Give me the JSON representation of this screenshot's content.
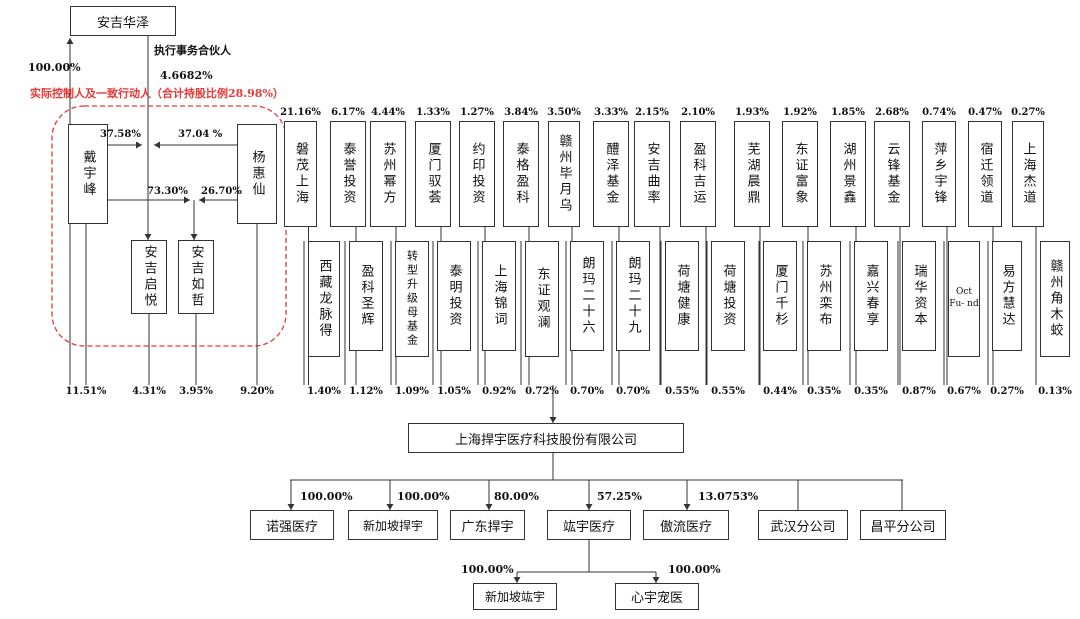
{
  "nodes": {
    "anji_huaze": "安吉华泽",
    "dai_yufeng": "戴宇峰",
    "yang_huixian": "杨惠仙",
    "anji_qiyue": "安吉启悦",
    "anji_ruzhe": "安吉如哲",
    "company": "上海捍宇医疗科技股份有限公司",
    "upper_row": [
      "磐茂上海",
      "泰誉投资",
      "苏州幂方",
      "厦门驭荟",
      "约印投资",
      "泰格盈科",
      "赣州毕月乌",
      "醴泽基金",
      "安吉曲率",
      "盈科吉运",
      "芜湖晨鼎",
      "东证富象",
      "湖州景鑫",
      "云锋基金",
      "萍乡宇锋",
      "宿迁领道",
      "上海杰道"
    ],
    "lower_row": [
      "西藏龙脉得",
      "盈科圣辉",
      "转型升级母基金",
      "泰明投资",
      "上海锦词",
      "东证观澜",
      "朗玛二十六",
      "朗玛二十九",
      "荷塘健康",
      "荷塘投资",
      "厦门千杉",
      "苏州栾布",
      "嘉兴春享",
      "瑞华资本",
      "Oct Fu- nd",
      "易方慧达",
      "赣州角木蛟"
    ],
    "subsidiaries": [
      "诺强医疗",
      "新加坡捍宇",
      "广东捍宇",
      "竑宇医疗",
      "傲流医疗",
      "武汉分公司",
      "昌平分公司"
    ],
    "sub_subsidiaries": [
      "新加坡竑宇",
      "心宇宠医"
    ]
  },
  "labels": {
    "gp": "执行事务合伙人",
    "gp_pct": "4.6682%",
    "huaze_pct": "100.00%",
    "controller": "实际控制人及一致行动人（合计持股比例28.98%）",
    "dai_to_yang": "37.58%",
    "yang_to_dai": "37.04 %",
    "dai_qiyue": "73.30%",
    "yang_ruzhe": "26.70%"
  },
  "pcts": {
    "upper": [
      "21.16%",
      "6.17%",
      "4.44%",
      "1.33%",
      "1.27%",
      "3.84%",
      "3.50%",
      "3.33%",
      "2.15%",
      "2.10%",
      "1.93%",
      "1.92%",
      "1.85%",
      "2.68%",
      "0.74%",
      "0.47%",
      "0.27%"
    ],
    "lower": [
      "1.40%",
      "1.12%",
      "1.09%",
      "1.05%",
      "0.92%",
      "0.72%",
      "0.70%",
      "0.70%",
      "0.55%",
      "0.55%",
      "0.44%",
      "0.35%",
      "0.35%",
      "0.87%",
      "0.67%",
      "0.27%",
      "0.13%"
    ],
    "controllers": [
      "11.51%",
      "4.31%",
      "3.95%",
      "9.20%"
    ],
    "subsidiaries": [
      "100.00%",
      "100.00%",
      "80.00%",
      "57.25%",
      "13.0753%"
    ],
    "sub_subsidiaries": [
      "100.00%",
      "100.00%"
    ]
  },
  "colors": {
    "accent": "#e53935",
    "line": "#333333"
  }
}
